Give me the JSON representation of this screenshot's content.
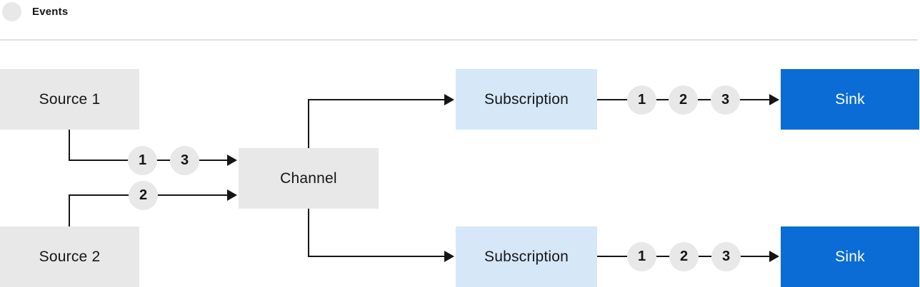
{
  "legend": {
    "label": "Events"
  },
  "colors": {
    "box_gray": "#e8e8e8",
    "box_light_blue": "#d6e7f8",
    "box_blue": "#0a6cd4",
    "line": "#151515",
    "text_dark": "#151515",
    "text_light": "#ffffff",
    "separator": "#e0e0e0",
    "event_circle_fill": "#e8e8e8"
  },
  "nodes": {
    "source1": {
      "label": "Source 1"
    },
    "source2": {
      "label": "Source 2"
    },
    "channel": {
      "label": "Channel"
    },
    "subscription_top": {
      "label": "Subscription"
    },
    "subscription_bottom": {
      "label": "Subscription"
    },
    "sink_top": {
      "label": "Sink"
    },
    "sink_bottom": {
      "label": "Sink"
    }
  },
  "events": {
    "source1_to_channel": [
      "1",
      "3"
    ],
    "source2_to_channel": [
      "2"
    ],
    "subscription_top_to_sink": [
      "1",
      "2",
      "3"
    ],
    "subscription_bottom_to_sink": [
      "1",
      "2",
      "3"
    ]
  }
}
